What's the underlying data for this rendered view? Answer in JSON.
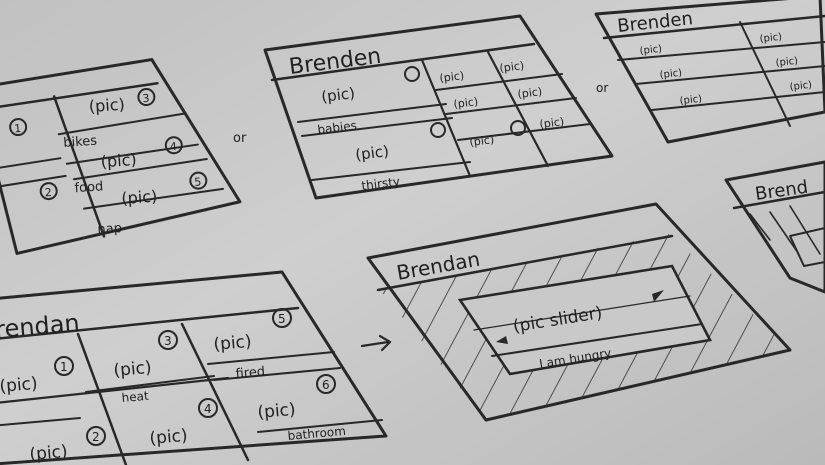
{
  "sketches": {
    "top_left": {
      "cells": [
        {
          "pic": "(pic)",
          "num": "3",
          "caption": "bikes"
        },
        {
          "pic": "(pic)",
          "num": "4",
          "caption": "food"
        },
        {
          "pic": "(pic)",
          "num": "5",
          "caption": "nap"
        }
      ],
      "left_nums": [
        "1",
        "2"
      ]
    },
    "top_middle": {
      "title": "Brenden",
      "left_pics": [
        "(pic)",
        "(pic)"
      ],
      "captions": [
        "babies",
        "thirsty"
      ],
      "small_pics": [
        "(pic)",
        "(pic)",
        "(pic)",
        "(pic)",
        "(pic)",
        "(pic)"
      ]
    },
    "top_right": {
      "title": "Brenden",
      "small_pics": [
        "(pic)",
        "(pic)",
        "(pic)",
        "(pic)",
        "(pic)",
        "(pic)"
      ]
    },
    "bottom_left": {
      "title": "rendan",
      "pics": [
        "(pic)",
        "(pic)",
        "(pic)",
        "(pic)",
        "(pic)",
        "(pic)"
      ],
      "nums": [
        "1",
        "2",
        "3",
        "4",
        "5",
        "6"
      ],
      "captions": [
        "heat",
        "fired",
        "bathroom"
      ]
    },
    "bottom_middle": {
      "title": "Brendan",
      "slider_label": "(pic slider)",
      "caption": "I am hungry"
    },
    "right_edge": {
      "title": "Brend"
    }
  },
  "connectors": {
    "or_label": "or"
  }
}
